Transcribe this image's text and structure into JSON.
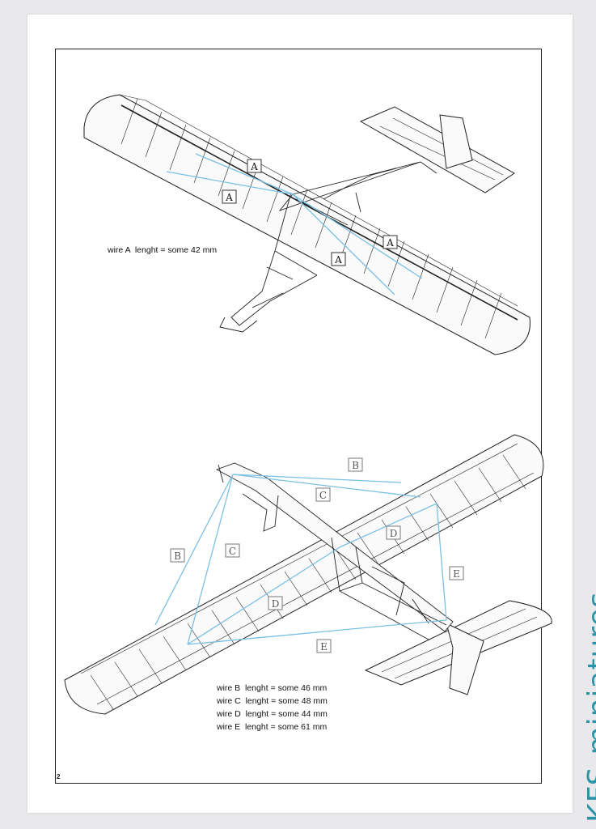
{
  "page": {
    "number": "2"
  },
  "callout_letters": {
    "a": "A",
    "b": "B",
    "c": "C",
    "d": "D",
    "e": "E"
  },
  "captions": {
    "wire_a": "wire A  lenght = some 42 mm",
    "wire_b": "wire B  lenght = some 46 mm",
    "wire_c": "wire C  lenght = some 48 mm",
    "wire_d": "wire D  lenght = some 44 mm",
    "wire_e": "wire E  lenght = some 61 mm"
  },
  "watermark": "KFS-miniatures",
  "colors": {
    "wire": "#7cc0e4",
    "line": "#222222",
    "box_dark": "#333333",
    "box_light": "#777777",
    "watermark": "#2a95a8"
  }
}
